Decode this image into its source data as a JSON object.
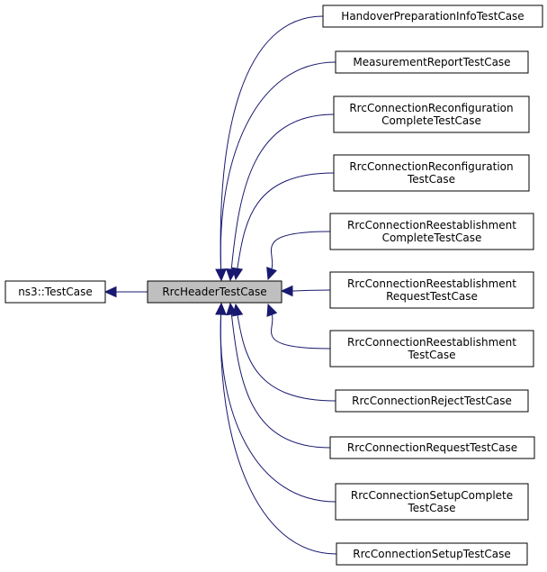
{
  "diagram": {
    "base": {
      "label": "ns3::TestCase"
    },
    "center": {
      "label": "RrcHeaderTestCase"
    },
    "children": [
      {
        "lines": [
          "HandoverPreparationInfoTestCase"
        ]
      },
      {
        "lines": [
          "MeasurementReportTestCase"
        ]
      },
      {
        "lines": [
          "RrcConnectionReconfiguration",
          "CompleteTestCase"
        ]
      },
      {
        "lines": [
          "RrcConnectionReconfiguration",
          "TestCase"
        ]
      },
      {
        "lines": [
          "RrcConnectionReestablishment",
          "CompleteTestCase"
        ]
      },
      {
        "lines": [
          "RrcConnectionReestablishment",
          "RequestTestCase"
        ]
      },
      {
        "lines": [
          "RrcConnectionReestablishment",
          "TestCase"
        ]
      },
      {
        "lines": [
          "RrcConnectionRejectTestCase"
        ]
      },
      {
        "lines": [
          "RrcConnectionRequestTestCase"
        ]
      },
      {
        "lines": [
          "RrcConnectionSetupComplete",
          "TestCase"
        ]
      },
      {
        "lines": [
          "RrcConnectionSetupTestCase"
        ]
      }
    ],
    "colors": {
      "edge": "#191970",
      "center_fill": "#bfbfbf",
      "node_fill": "#ffffff",
      "border": "#000000"
    }
  }
}
